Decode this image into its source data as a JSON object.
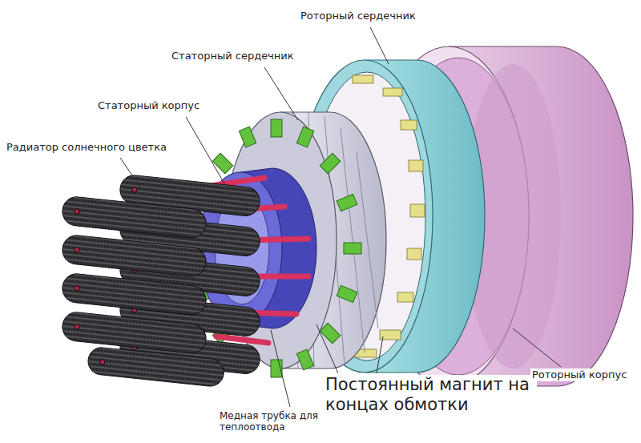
{
  "diagram": {
    "labels": [
      "Роторный сердечник",
      "Статорный сердечник",
      "Статорный корпус",
      "Радиатор солнечного цветка",
      "Медная трубка для теплоотвода",
      "Постоянный магнит на концах обмотки",
      "Роторный корпус"
    ]
  }
}
